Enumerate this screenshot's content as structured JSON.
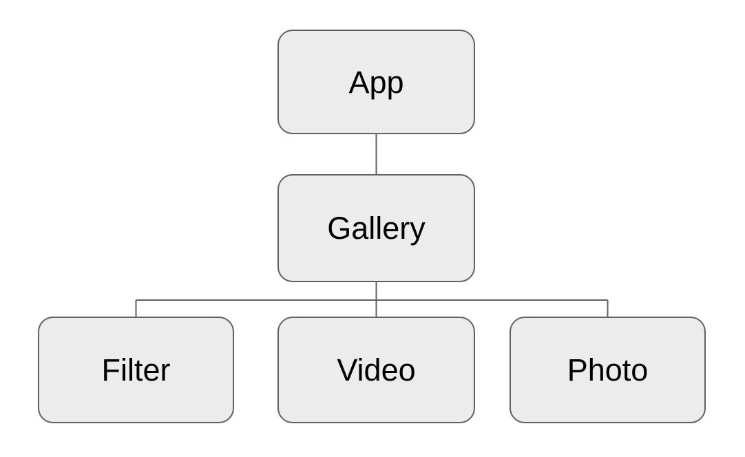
{
  "diagram": {
    "type": "tree",
    "nodes": [
      {
        "id": "app",
        "label": "App"
      },
      {
        "id": "gallery",
        "label": "Gallery"
      },
      {
        "id": "filter",
        "label": "Filter"
      },
      {
        "id": "video",
        "label": "Video"
      },
      {
        "id": "photo",
        "label": "Photo"
      }
    ],
    "edges": [
      {
        "from": "App",
        "to": "Gallery"
      },
      {
        "from": "Gallery",
        "to": "Filter"
      },
      {
        "from": "Gallery",
        "to": "Video"
      },
      {
        "from": "Gallery",
        "to": "Photo"
      }
    ],
    "colors": {
      "node_fill": "#ececec",
      "node_border": "#606060",
      "connector": "#606060",
      "text": "#000000",
      "background": "#ffffff"
    }
  }
}
